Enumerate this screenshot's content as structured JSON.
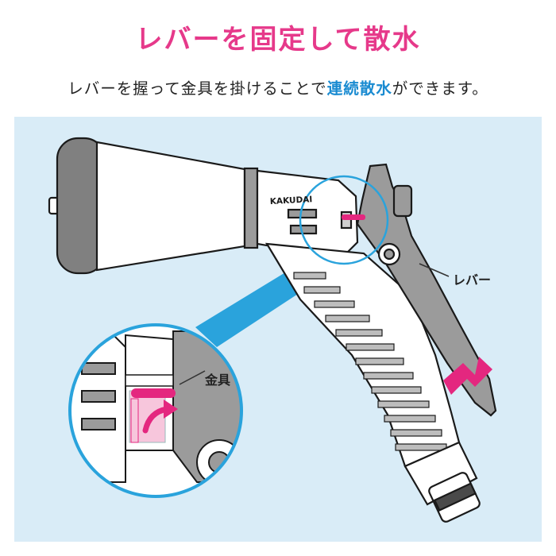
{
  "header": {
    "title": "レバーを固定して散水",
    "subtitle_before": "レバーを握って金具を掛けることで",
    "subtitle_highlight": "連続散水",
    "subtitle_after": "ができます。"
  },
  "labels": {
    "brand": "KAKUDAI",
    "lever": "レバー",
    "fitting": "金具"
  },
  "colors": {
    "title": "#e6398a",
    "highlight": "#1a8bd1",
    "panel": "#d9ecf7",
    "accent_pink": "#e4277f",
    "zoom_blue": "#2aa3dc"
  }
}
